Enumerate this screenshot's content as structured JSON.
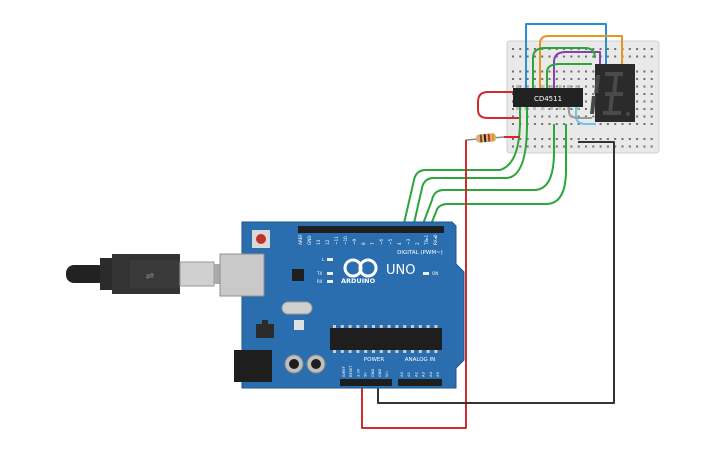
{
  "board": {
    "brand": "ARDUINO",
    "model": "UNO",
    "digital_label": "DIGITAL (PWM~)",
    "power_label": "POWER",
    "analog_label": "ANALOG IN",
    "tx_label": "TX",
    "rx_label": "RX",
    "l_label": "L",
    "on_label": "ON",
    "digital_pins": [
      "AREF",
      "GND",
      "13",
      "12",
      "~11",
      "~10",
      "~9",
      "8",
      "7",
      "~6",
      "~5",
      "4",
      "~3",
      "2",
      "TX▸1",
      "RX◂0"
    ],
    "power_pins": [
      "IOREF",
      "RESET",
      "3.3V",
      "5V",
      "GND",
      "GND",
      "Vin"
    ],
    "analog_pins": [
      "A0",
      "A1",
      "A2",
      "A3",
      "A4",
      "A5"
    ]
  },
  "decoder_chip": {
    "label": "CD4511"
  },
  "seven_segment": {
    "digit": "8"
  },
  "colors": {
    "board": "#2a6eb0",
    "breadboard": "#e8e8e8",
    "wire_green": "#2aa63a",
    "wire_red": "#d22b2b",
    "wire_black": "#333333",
    "wire_blue": "#2a8fd0",
    "wire_orange": "#e8961e",
    "wire_purple": "#8a3fb0",
    "wire_lightblue": "#6ec6e6",
    "wire_gray": "#9a9a9a"
  }
}
